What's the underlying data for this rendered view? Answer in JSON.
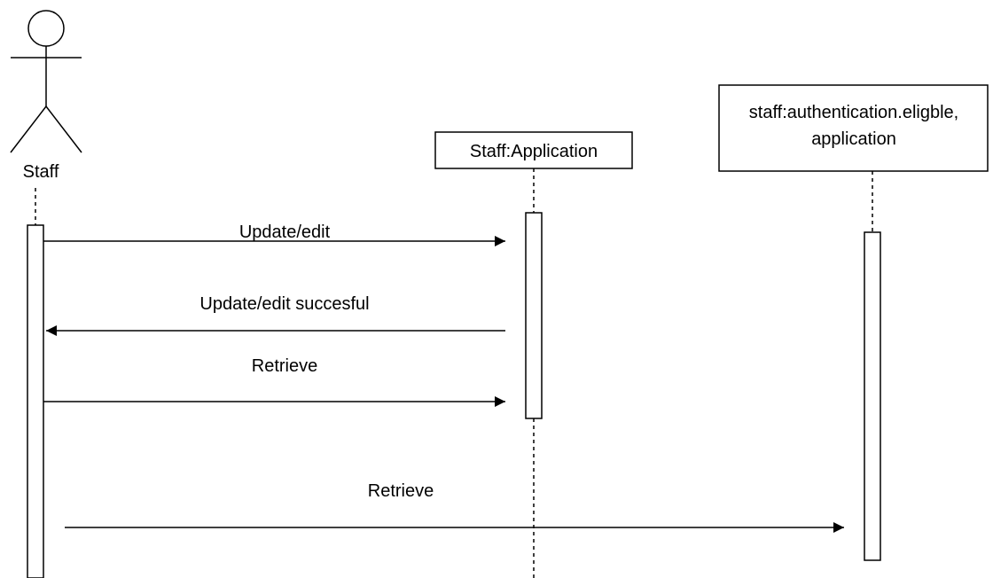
{
  "actor": {
    "label": "Staff"
  },
  "participants": [
    {
      "id": "staff-application",
      "label_lines": [
        "Staff:Application"
      ]
    },
    {
      "id": "staff-authentication",
      "label_lines": [
        "staff:authentication.eligble,",
        "application"
      ]
    }
  ],
  "messages": [
    {
      "label": "Update/edit",
      "from": "actor",
      "to": "staff-application"
    },
    {
      "label": "Update/edit succesful",
      "from": "staff-application",
      "to": "actor"
    },
    {
      "label": "Retrieve",
      "from": "actor",
      "to": "staff-application"
    },
    {
      "label": "Retrieve",
      "from": "actor",
      "to": "staff-authentication"
    }
  ]
}
